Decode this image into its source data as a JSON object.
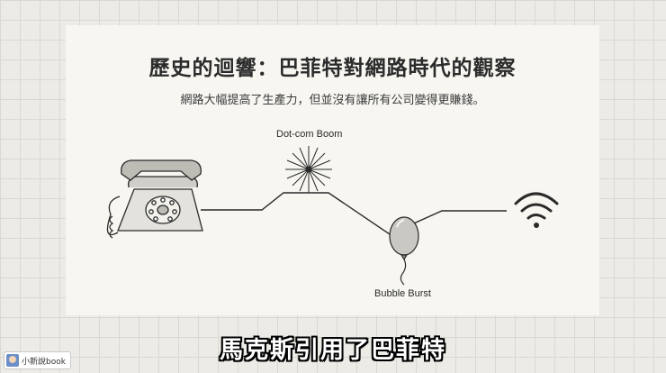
{
  "slide": {
    "title": "歷史的迴響：巴菲特對網路時代的觀察",
    "subtitle": "網路大幅提高了生產力，但並沒有讓所有公司變得更賺錢。",
    "labels": {
      "boom": "Dot-com Boom",
      "burst": "Bubble Burst"
    },
    "icons": [
      "telephone-icon",
      "fireworks-icon",
      "balloon-icon",
      "wifi-icon"
    ]
  },
  "caption": "馬克斯引用了巴菲特",
  "channel": {
    "name": "小新說book"
  }
}
